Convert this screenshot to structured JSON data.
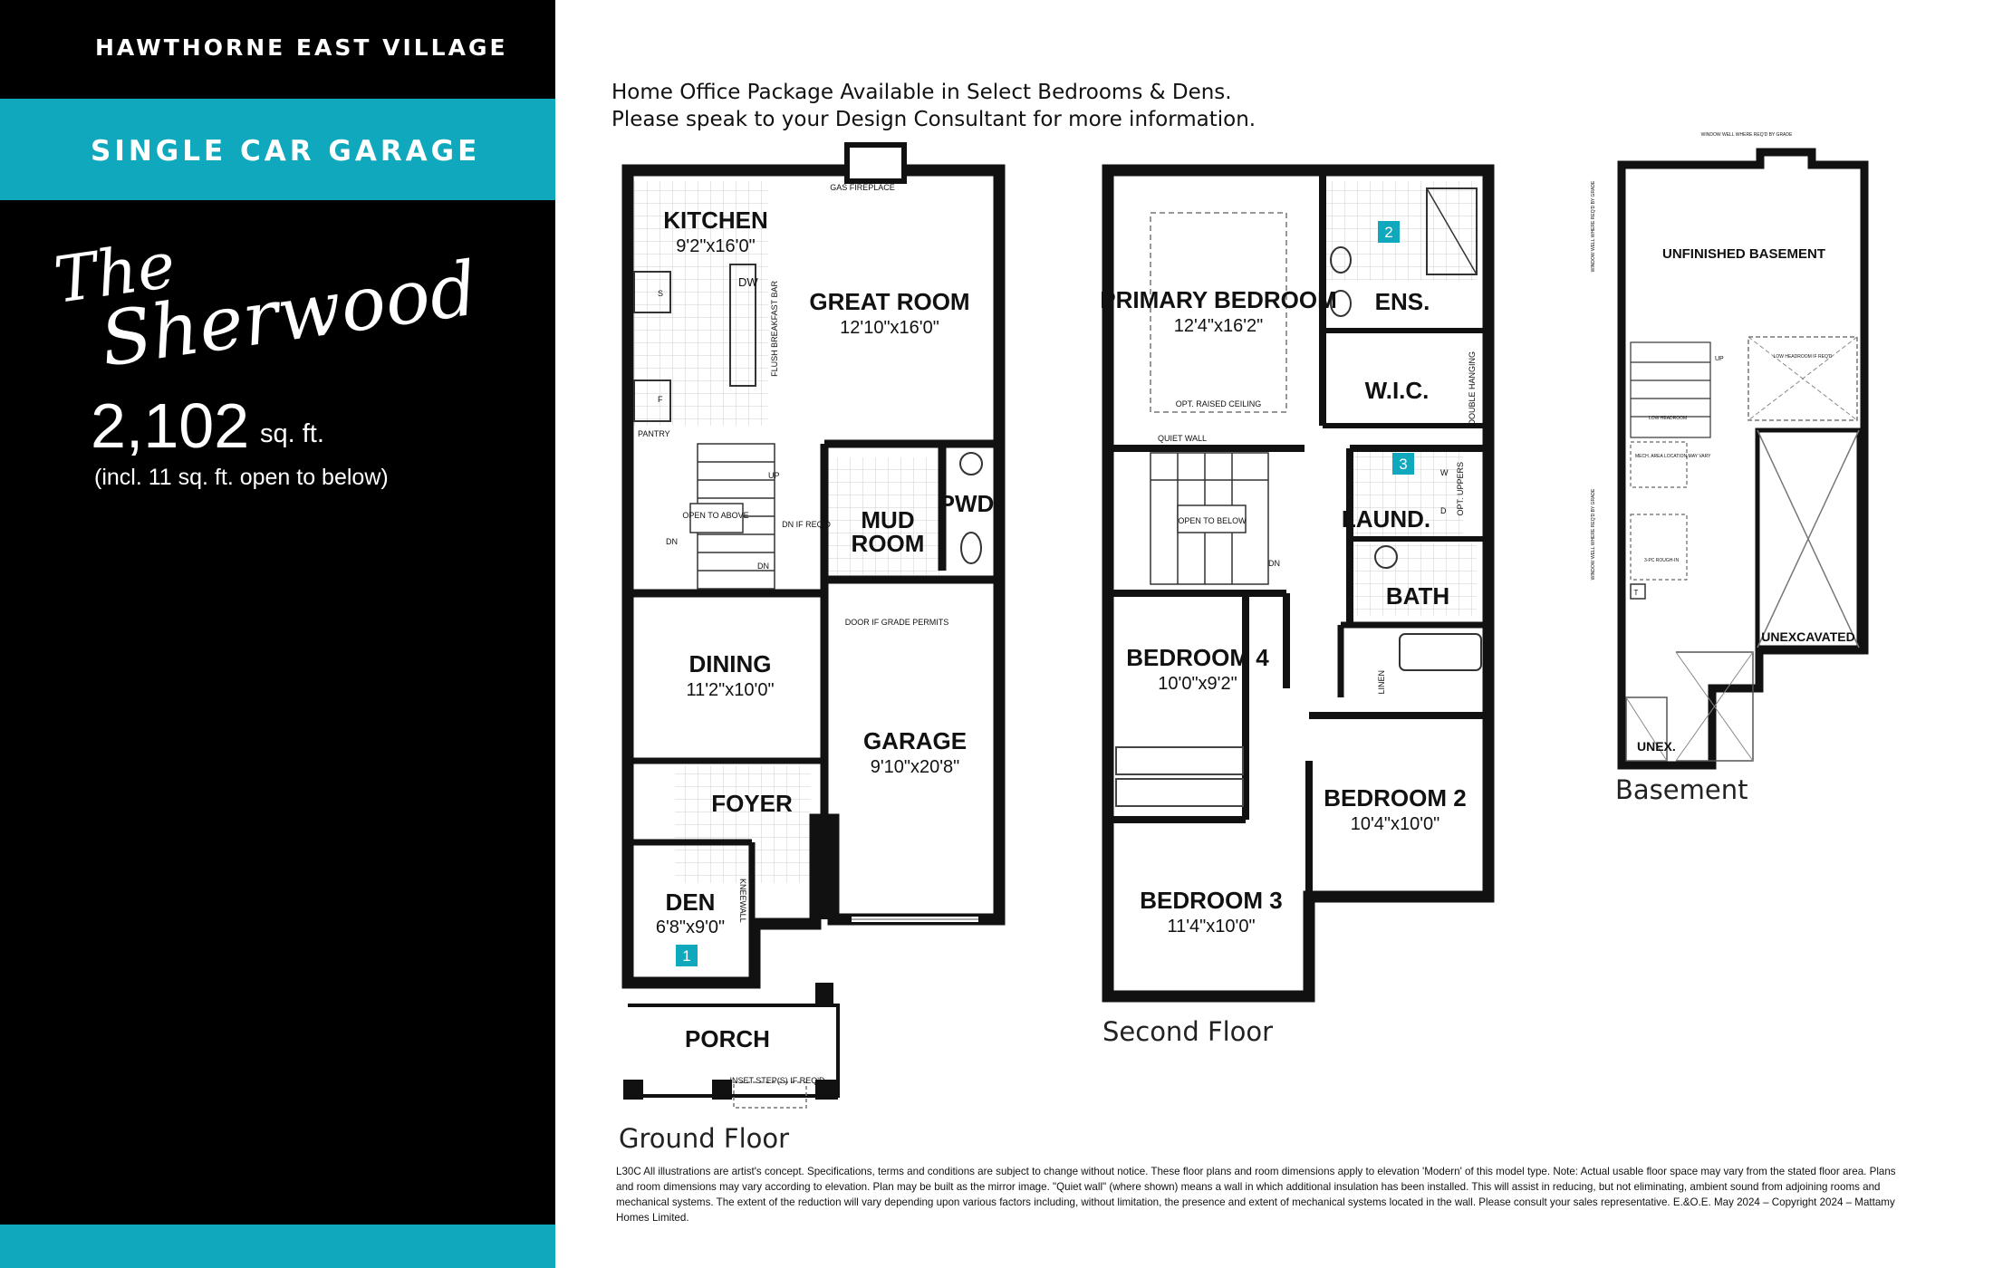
{
  "sidebar": {
    "community": "HAWTHORNE EAST VILLAGE",
    "garage_type": "SINGLE CAR GARAGE",
    "model_line1": "The",
    "model_line2": "Sherwood",
    "sqft": "2,102",
    "sqft_unit": "sq. ft.",
    "sqft_note": "(incl. 11 sq. ft. open to below)"
  },
  "note": {
    "line1": "Home Office Package Available in Select Bedrooms & Dens.",
    "line2": "Please speak to your Design Consultant for more information."
  },
  "ground": {
    "label": "Ground Floor",
    "kitchen": {
      "name": "KITCHEN",
      "dim": "9'2\"x16'0\""
    },
    "great_room": {
      "name": "GREAT ROOM",
      "dim": "12'10\"x16'0\""
    },
    "gas_fireplace": "GAS FIREPLACE",
    "flush_bar": "FLUSH BREAKFAST BAR",
    "dw": "DW",
    "s": "S",
    "f": "F",
    "pantry": "PANTRY",
    "up": "UP",
    "dn": "DN",
    "dn2": "DN",
    "open_to_above": "OPEN TO ABOVE",
    "dn_if_reqd": "DN IF REQ'D",
    "mud_room": {
      "name1": "MUD",
      "name2": "ROOM"
    },
    "pwd": "PWD",
    "door_if_grade": "DOOR IF GRADE PERMITS",
    "dining": {
      "name": "DINING",
      "dim": "11'2\"x10'0\""
    },
    "garage": {
      "name": "GARAGE",
      "dim": "9'10\"x20'8\""
    },
    "foyer": {
      "name": "FOYER"
    },
    "den": {
      "name": "DEN",
      "dim": "6'8\"x9'0\""
    },
    "knee_wall": "KNEEWALL",
    "badge1": "1",
    "porch": {
      "name": "PORCH"
    },
    "inset_steps": "INSET STEP(S) IF REQ'D"
  },
  "second": {
    "label": "Second Floor",
    "primary": {
      "name": "PRIMARY BEDROOM",
      "dim": "12'4\"x16'2\""
    },
    "opt_raised": "OPT. RAISED CEILING",
    "ens": "ENS.",
    "badge2": "2",
    "wic": "W.I.C.",
    "double_hanging": "DOUBLE HANGING",
    "quiet_wall": "QUIET WALL",
    "open_to_below": "OPEN TO BELOW",
    "dn": "DN",
    "laund": "LAUND.",
    "badge3": "3",
    "w": "W",
    "d": "D",
    "opt_uppers": "OPT. UPPERS",
    "bath": "BATH",
    "linen": "LINEN",
    "bed4": {
      "name": "BEDROOM 4",
      "dim": "10'0\"x9'2\""
    },
    "bed2": {
      "name": "BEDROOM 2",
      "dim": "10'4\"x10'0\""
    },
    "bed3": {
      "name": "BEDROOM 3",
      "dim": "11'4\"x10'0\""
    }
  },
  "basement": {
    "label": "Basement",
    "unfinished": "UNFINISHED BASEMENT",
    "unexcavated": "UNEXCAVATED",
    "unex": "UNEX.",
    "window_well_top": "WINDOW WELL WHERE REQ'D BY GRADE",
    "window_well_side1": "WINDOW WELL WHERE REQ'D BY GRADE",
    "window_well_side2": "WINDOW WELL WHERE REQ'D BY GRADE",
    "low_headroom": "LOW HEADROOM",
    "low_headroom_if_reqd": "LOW HEADROOM IF REQ'D",
    "mech_area": "MECH. AREA LOCATION MAY VARY",
    "rough_in": "3-PC ROUGH-IN",
    "t": "T",
    "up": "UP"
  },
  "disclaimer": "L30C All illustrations are artist's concept. Specifications, terms and conditions are subject to change without notice. These floor plans and room dimensions apply to elevation 'Modern' of this model type. Note: Actual usable floor space may vary from the stated floor area. Plans and room dimensions may vary according to elevation. Plan may be built as the mirror image. \"Quiet wall\" (where shown) means a wall in which additional insulation has been installed. This will assist in reducing, but not eliminating, ambient sound from adjoining rooms and mechanical systems. The extent of the reduction will vary depending upon various factors including, without limitation, the presence and extent of mechanical systems located in the wall. Please consult your sales representative. E.&O.E. May 2024 – Copyright 2024 – Mattamy Homes Limited.",
  "colors": {
    "accent": "#0fa8bc",
    "sidebar": "#000000",
    "wall": "#111111"
  }
}
